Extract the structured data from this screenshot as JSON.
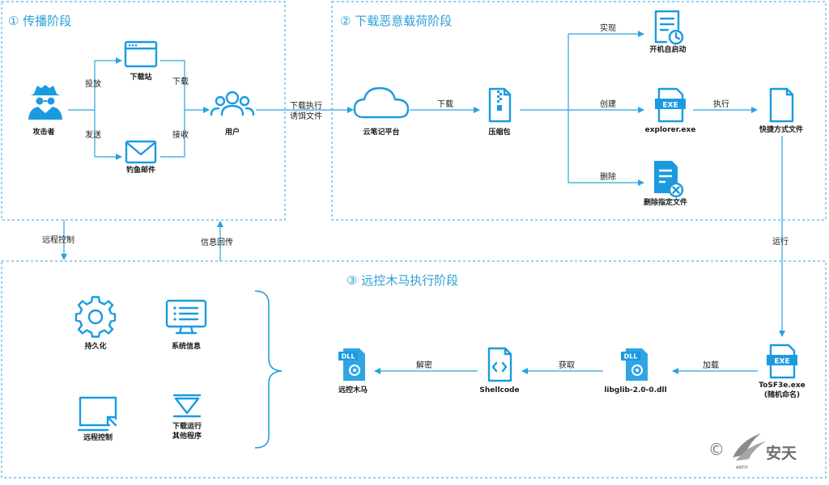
{
  "stages": {
    "s1": "① 传播阶段",
    "s2": "② 下载恶意载荷阶段",
    "s3": "③ 远控木马执行阶段"
  },
  "nodes": {
    "attacker": "攻击者",
    "download_site": "下载站",
    "phishing_mail": "钓鱼邮件",
    "user": "用户",
    "cloud_notes": "云笔记平台",
    "archive": "压缩包",
    "autostart": "开机自启动",
    "explorer": "explorer.exe",
    "delete_files": "删除指定文件",
    "shortcut": "快捷方式文件",
    "tosf3e_1": "ToSF3e.exe",
    "tosf3e_2": "(随机命名)",
    "libglib": "libglib-2.0-0.dll",
    "shellcode": "Shellcode",
    "rat": "远控木马",
    "persist": "持久化",
    "sysinfo": "系统信息",
    "remote_ctrl": "远程控制",
    "dl_run_1": "下载运行",
    "dl_run_2": "其他程序"
  },
  "edges": {
    "deliver": "投放",
    "send": "发送",
    "download": "下载",
    "receive": "接收",
    "bait_1": "下载执行",
    "bait_2": "诱饵文件",
    "download2": "下载",
    "implement": "实现",
    "create": "创建",
    "delete": "删除",
    "execute": "执行",
    "run": "运行",
    "load": "加载",
    "fetch": "获取",
    "decrypt": "解密",
    "remote_control": "远程控制",
    "info_return": "信息回传"
  },
  "icon_text": {
    "exe": "EXE",
    "dll": "DLL"
  },
  "watermark": {
    "copyright": "©",
    "brand": "安天",
    "brand_en": "ANTIY"
  },
  "colors": {
    "accent": "#1a9be0",
    "border": "#4fb3e8",
    "text": "#1a1a1a"
  }
}
